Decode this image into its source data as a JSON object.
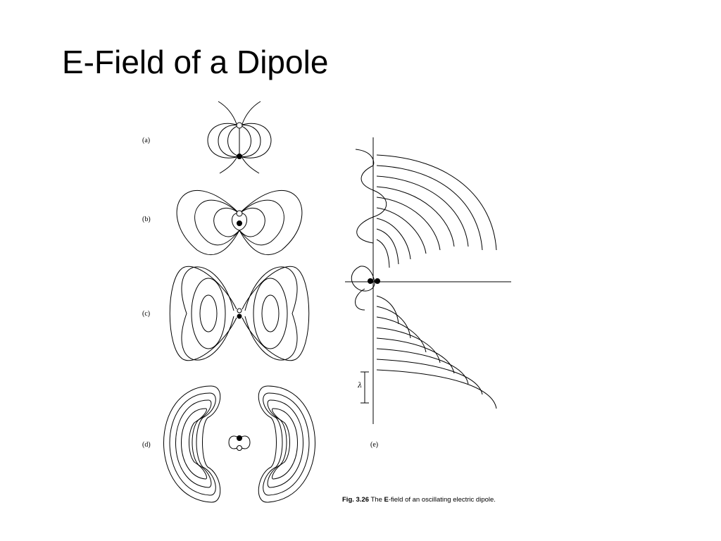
{
  "slide": {
    "title": "E-Field of a Dipole"
  },
  "figure": {
    "panels": {
      "a": "(a)",
      "b": "(b)",
      "c": "(c)",
      "d": "(d)",
      "e": "(e)"
    },
    "wavelength_symbol": "λ",
    "caption": {
      "fig_number": "Fig. 3.26",
      "text_before_bold": "The ",
      "bold_word": "E",
      "text_after_bold": "-field of an oscillating electric dipole."
    },
    "colors": {
      "line": "#000000",
      "background": "#ffffff"
    }
  }
}
